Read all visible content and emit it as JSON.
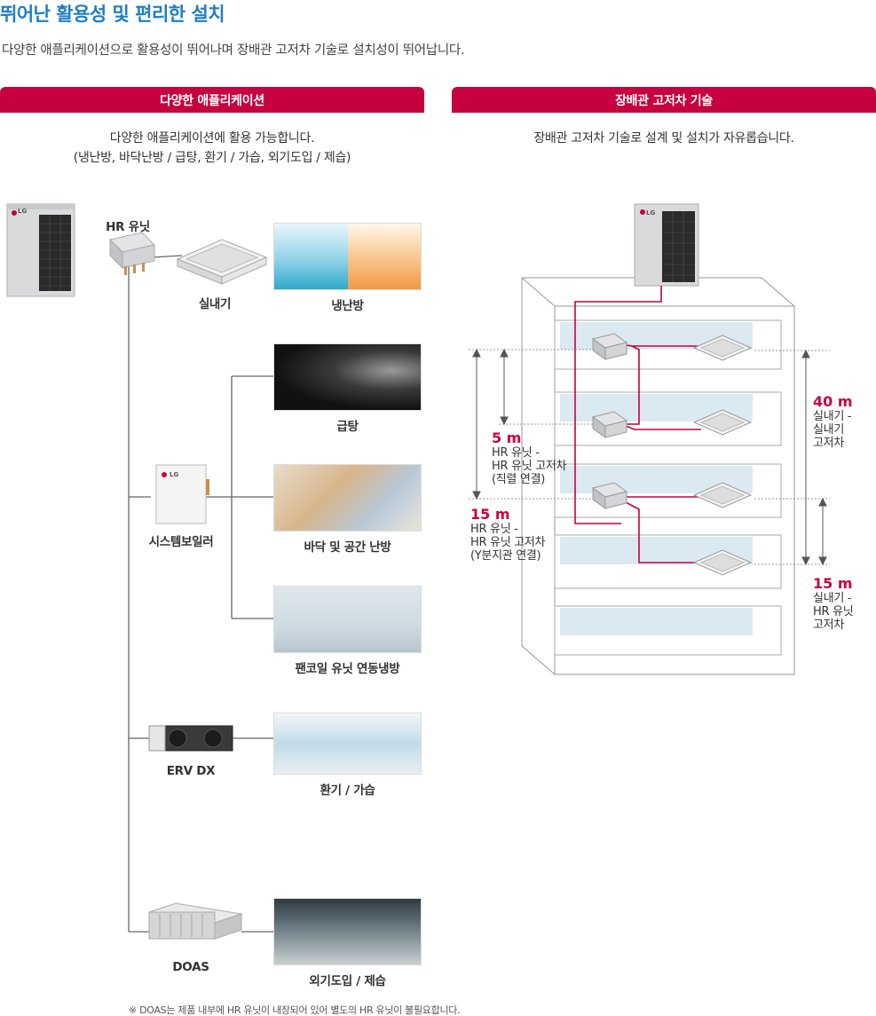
{
  "header": {
    "title": "뛰어난 활용성 및 편리한 설치",
    "subtitle": "다양한 애플리케이션으로 활용성이 뛰어나며 장배관 고저차 기술로 설치성이 뛰어납니다."
  },
  "left": {
    "section_title": "다양한 애플리케이션",
    "desc_line1": "다양한 애플리케이션에 활용 가능합니다.",
    "desc_line2": "(냉난방, 바닥난방 / 급탕, 환기 / 가습, 외기도입 / 제습)",
    "outdoor_logo": "LG",
    "boiler_logo": "LG",
    "labels": {
      "hr_unit": "HR 유닛",
      "indoor": "실내기",
      "cooling_heating": "냉난방",
      "hot_water": "급탕",
      "floor_heating": "바닥 및 공간 난방",
      "system_boiler": "시스템보일러",
      "fan_coil": "팬코일 유닛 연동냉방",
      "erv": "ERV DX",
      "ventilation": "환기 / 가습",
      "doas": "DOAS",
      "fresh_air": "외기도입 / 제습"
    },
    "footnote": "※ DOAS는 제품 내부에 HR 유닛이 내장되어 있어 별도의 HR 유닛이 불필요합니다."
  },
  "right": {
    "section_title": "장배관 고저차 기술",
    "desc": "장배관 고저차 기술로 설계 및 설치가 자유롭습니다.",
    "outdoor_logo": "LG",
    "dims": {
      "d5_value": "5 m",
      "d5_line1": "HR 유닛 -",
      "d5_line2": "HR 유닛 고저차",
      "d5_line3": "(직렬 연결)",
      "d15a_value": "15 m",
      "d15a_line1": "HR 유닛 -",
      "d15a_line2": "HR 유닛 고저차",
      "d15a_line3": "(Y분지관 연결)",
      "d40_value": "40 m",
      "d40_line1": "실내기 -",
      "d40_line2": "실내기",
      "d40_line3": "고저차",
      "d15b_value": "15 m",
      "d15b_line1": "실내기 -",
      "d15b_line2": "HR 유닛",
      "d15b_line3": "고저차"
    }
  },
  "colors": {
    "accent": "#c7003f",
    "title_blue": "#1f7fc2",
    "line_gray": "#666666"
  }
}
